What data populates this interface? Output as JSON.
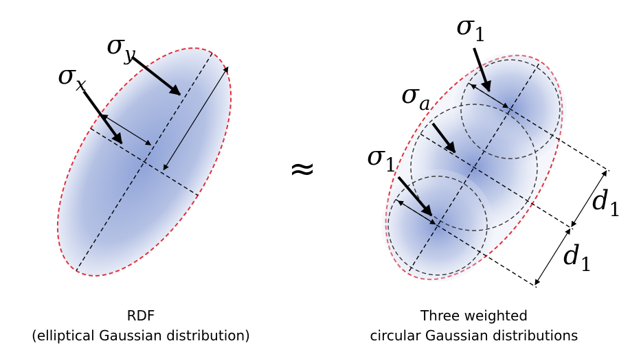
{
  "colors": {
    "ellipse_fill": "#c7d0ea",
    "ellipse_fill_center": "#8fa3d8",
    "ellipse_outline": "#e0303a",
    "dashed_line": "#000000",
    "arrow": "#000000"
  },
  "left_diagram": {
    "sigma_y": {
      "base": "σ",
      "sub": "y"
    },
    "sigma_x": {
      "base": "σ",
      "sub": "x"
    },
    "caption_line1": "RDF",
    "caption_line2": "(elliptical Gaussian distribution)"
  },
  "approx_symbol": "≈",
  "right_diagram": {
    "sigma_1_top": {
      "base": "σ",
      "sub": "1"
    },
    "sigma_a": {
      "base": "σ",
      "sub": "a"
    },
    "sigma_1_bottom": {
      "base": "σ",
      "sub": "1"
    },
    "d1_upper": {
      "base": "d",
      "sub": "1"
    },
    "d1_lower": {
      "base": "d",
      "sub": "1"
    },
    "caption_line1": "Three weighted",
    "caption_line2": "circular Gaussian distributions"
  }
}
